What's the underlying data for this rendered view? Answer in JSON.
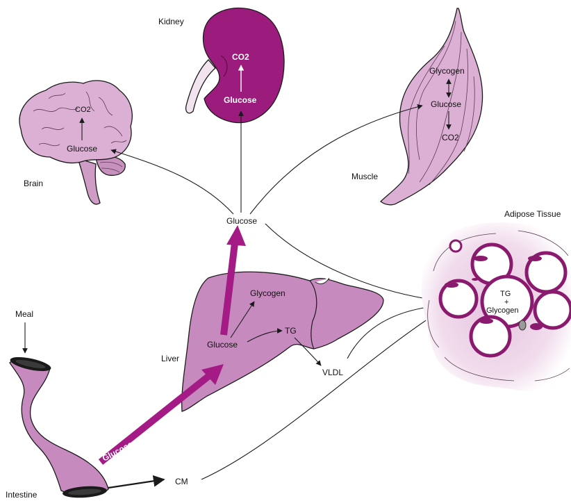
{
  "labels": {
    "kidney": "Kidney",
    "brain": "Brain",
    "muscle": "Muscle",
    "adipose": "Adipose Tissue",
    "liver": "Liver",
    "meal": "Meal",
    "intestine": "Intestine",
    "glucose_center": "Glucose",
    "vldl": "VLDL",
    "cm": "CM"
  },
  "kidney": {
    "co2": "CO2",
    "glucose": "Glucose"
  },
  "brain": {
    "co2": "CO2",
    "glucose": "Glucose"
  },
  "muscle": {
    "glycogen": "Glycogen",
    "glucose": "Glucose",
    "co2": "CO2"
  },
  "liver": {
    "glycogen": "Glycogen",
    "glucose": "Glucose",
    "tg": "TG"
  },
  "adipose": {
    "tg": "TG",
    "plus": "+",
    "glycogen": "Glycogen"
  },
  "intestine": {
    "glucose": "Glucose"
  },
  "colors": {
    "organ_light": "#d9a9cf",
    "organ_mid": "#c17fb7",
    "kidney": "#9b1c7c",
    "arrow_magenta": "#a41b86",
    "adipose_ring": "#8a1a6e"
  }
}
